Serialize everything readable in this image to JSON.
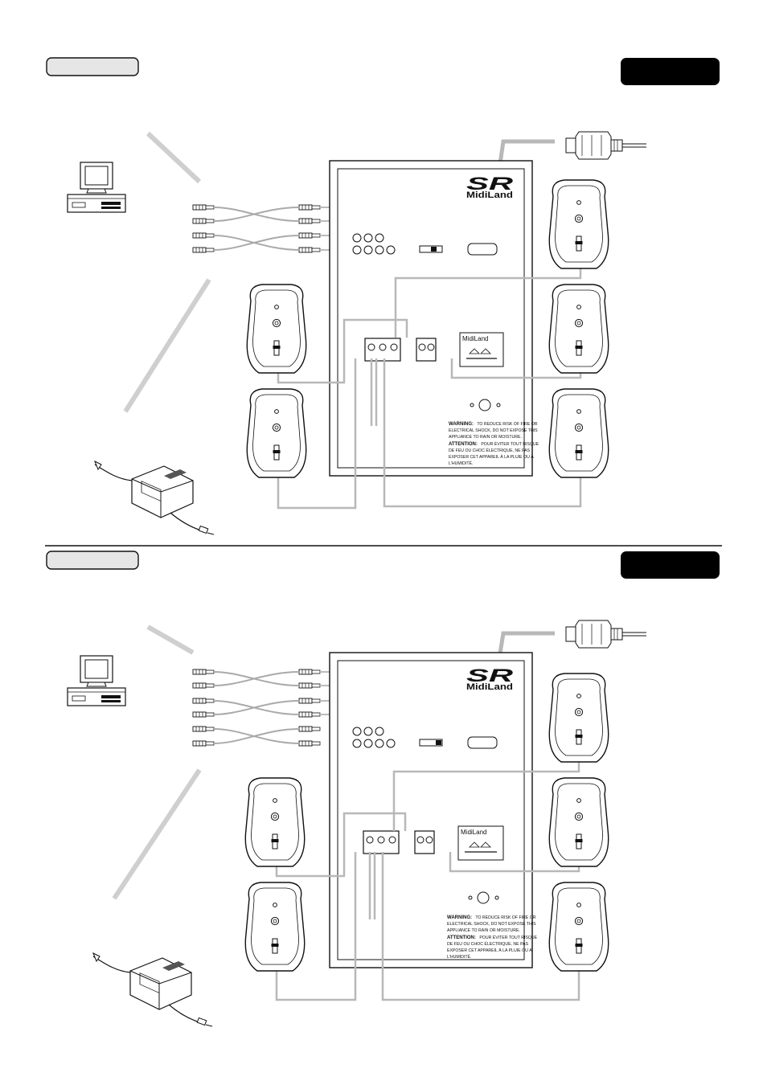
{
  "logo": {
    "mark": "SR",
    "brand": "MidiLand"
  },
  "label_plate": {
    "brand": "MidiLand"
  },
  "warning": {
    "heading": "WARNING:",
    "text_1": "TO REDUCE RISK OF FIRE OR",
    "text_2": "ELECTRICAL SHOCK, DO NOT EXPOSE THIS",
    "text_3": "APPLIANCE TO RAIN OR MOISTURE."
  },
  "attention": {
    "heading": "ATTENTION:",
    "text_1": "POUR ÉVITER TOUT RISQUE",
    "text_2": "DE FEU OU CHOC ÉLECTRIQUE, NE PAS",
    "text_3": "EXPOSER CET APPAREIL À LA PLUIE OU À",
    "text_4": "L'HUMIDITÉ."
  },
  "colors": {
    "line": "#111111",
    "cable_gray": "#b8b8b8",
    "pointer_gray": "#cfcfcf",
    "badge_fill": "#000000",
    "tab_fill": "#e6e6e6"
  },
  "icons": [
    "monitor-icon",
    "vcr-icon",
    "power-adapter-icon",
    "serial-connector-icon",
    "rca-plug-icon",
    "satellite-speaker-icon",
    "subwoofer-panel"
  ]
}
